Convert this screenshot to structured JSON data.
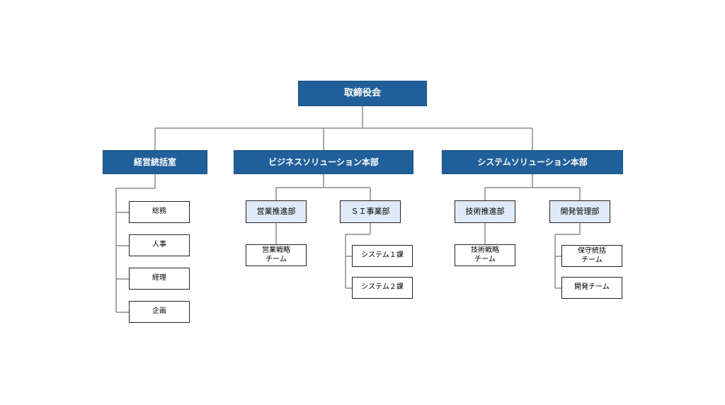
{
  "org": {
    "label": "取締役会",
    "children": [
      {
        "label": "経営統括室",
        "children": [
          {
            "label": "総務"
          },
          {
            "label": "人事"
          },
          {
            "label": "経理"
          },
          {
            "label": "企画"
          }
        ]
      },
      {
        "label": "ビジネスソリューション本部",
        "children": [
          {
            "label": "営業推進部",
            "children": [
              {
                "label": "営業戦略\nチーム"
              }
            ]
          },
          {
            "label": "ＳＩ事業部",
            "children": [
              {
                "label": "システム１課"
              },
              {
                "label": "システム２課"
              }
            ]
          }
        ]
      },
      {
        "label": "システムソリューション本部",
        "children": [
          {
            "label": "技術推進部",
            "children": [
              {
                "label": "技術戦略\nチーム"
              }
            ]
          },
          {
            "label": "開発管理部",
            "children": [
              {
                "label": "保守統括\nチーム"
              },
              {
                "label": "開発チーム"
              }
            ]
          }
        ]
      }
    ]
  },
  "colors": {
    "primary_fill": "#215f9a",
    "secondary_fill": "#deebf7",
    "leaf_fill": "#ffffff",
    "connector": "#8c8c8c",
    "border": "#222222"
  }
}
